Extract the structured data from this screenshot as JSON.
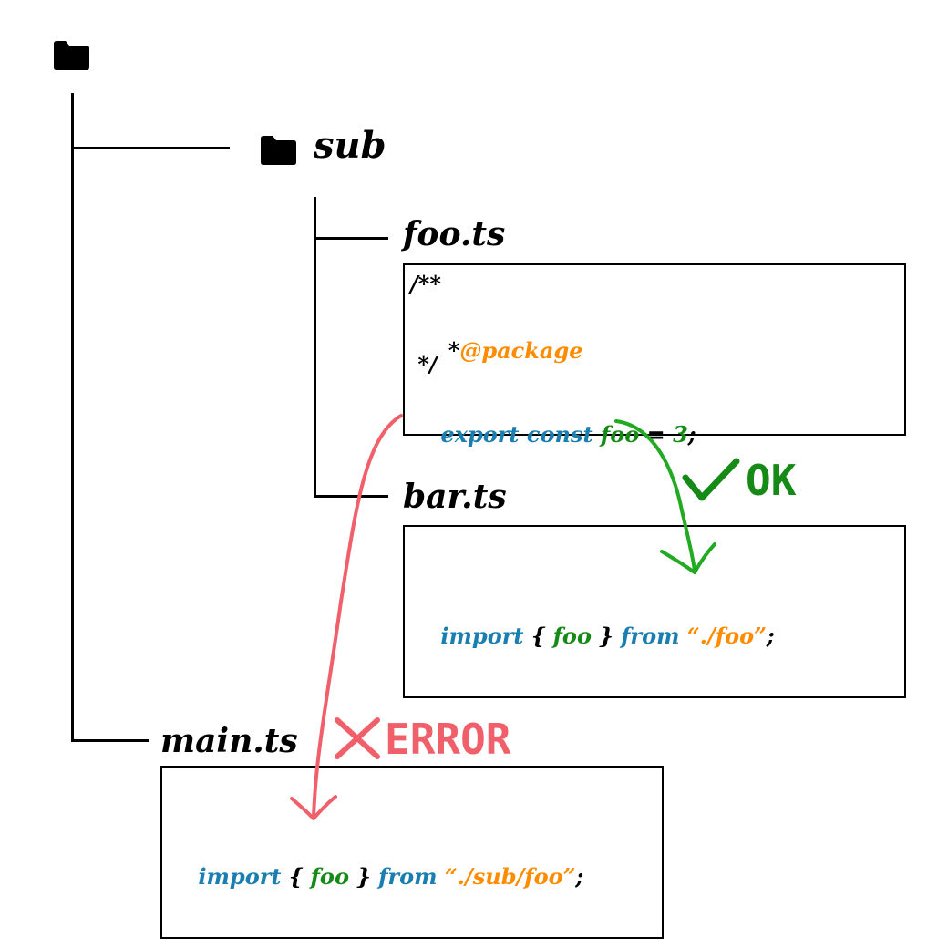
{
  "tree": {
    "root_folder_icon": "folder-icon",
    "sub_folder": {
      "icon": "folder-icon",
      "label": "sub"
    },
    "files": {
      "foo": {
        "label": "foo.ts"
      },
      "bar": {
        "label": "bar.ts"
      },
      "main": {
        "label": "main.ts"
      }
    }
  },
  "code": {
    "foo": {
      "line1": "/**",
      "line2_prefix": " *",
      "line2_tag": "@package",
      "line3": " */",
      "line4": {
        "export": "export",
        "const": "const",
        "name": "foo",
        "eq": "=",
        "value": "3",
        "semi": ";"
      }
    },
    "bar": {
      "import": "import",
      "lbrace": "{",
      "name": "foo",
      "rbrace": "}",
      "from": "from",
      "path": "“./foo”",
      "semi": ";"
    },
    "main": {
      "import": "import",
      "lbrace": "{",
      "name": "foo",
      "rbrace": "}",
      "from": "from",
      "path": "“./sub/foo”",
      "semi": ";"
    }
  },
  "status": {
    "ok": {
      "icon": "check-icon",
      "label": "OK",
      "color": "#168a16"
    },
    "error": {
      "icon": "cross-icon",
      "label": "ERROR",
      "color": "#f0606a"
    }
  },
  "colors": {
    "keyword": "#1a7fb0",
    "identifier": "#168a16",
    "string": "#ff8c00",
    "ok_arrow": "#22aa22",
    "error_arrow": "#f0606a"
  }
}
